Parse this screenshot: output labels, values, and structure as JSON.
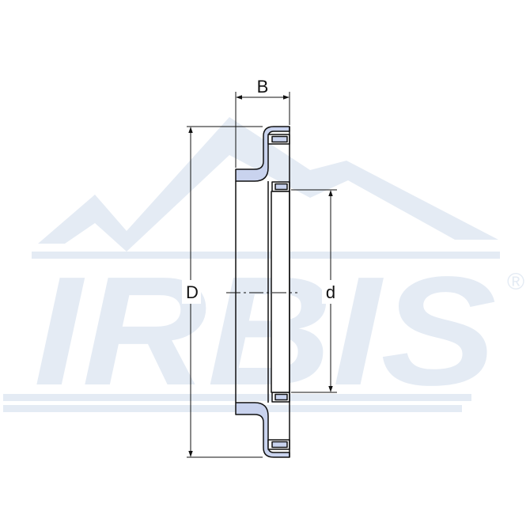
{
  "watermark": {
    "brand": "IRBIS",
    "registered_mark": "®",
    "color": "#e4ebf4"
  },
  "drawing": {
    "labels": {
      "width": "B",
      "outer_diameter": "D",
      "inner_diameter": "d"
    },
    "part_fill": "#c9d3ee",
    "line_color": "#111111"
  }
}
